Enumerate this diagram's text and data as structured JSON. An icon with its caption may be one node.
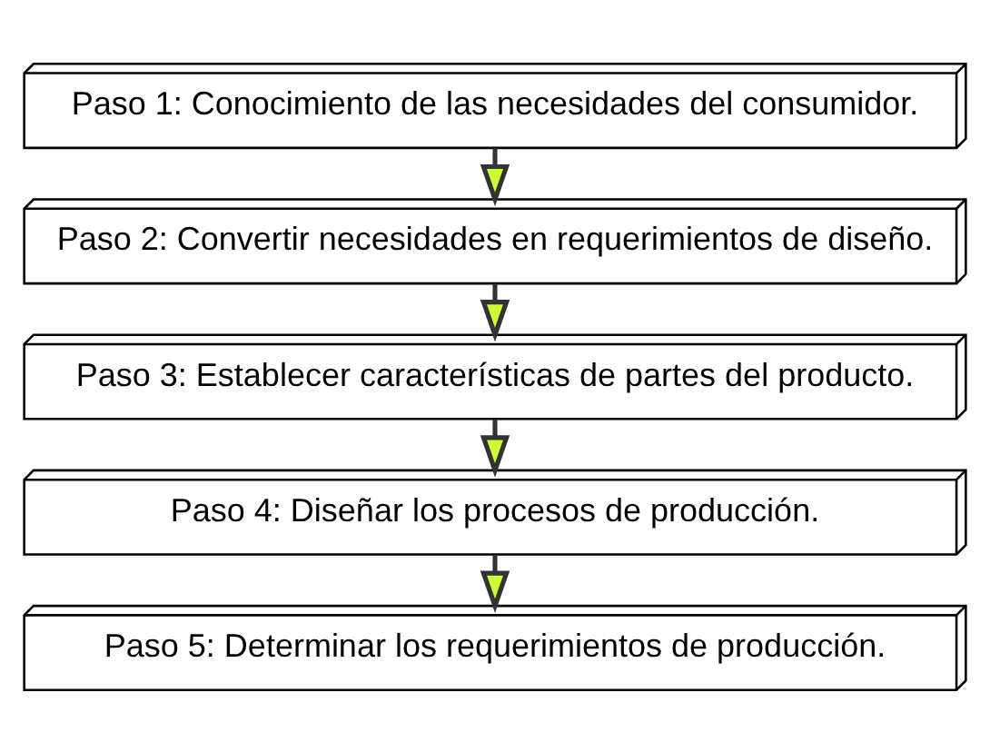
{
  "diagram": {
    "nodes": [
      {
        "text": [
          "Paso 1: Conocimiento de las necesidades del consumidor."
        ]
      },
      {
        "text": [
          "Paso 2: Convertir necesidades en requerimientos de diseño."
        ]
      },
      {
        "text": [
          "Paso 3: Establecer características de partes del producto."
        ]
      },
      {
        "text": [
          "Paso 4: Diseñar los procesos de producción."
        ]
      },
      {
        "text": [
          "Paso 5: Determinar los requerimientos de producción."
        ]
      }
    ],
    "edges": [
      {
        "from": 0,
        "to": 1,
        "arrow": "to"
      },
      {
        "from": 1,
        "to": 2,
        "arrow": "to"
      },
      {
        "from": 2,
        "to": 3,
        "arrow": "to"
      },
      {
        "from": 3,
        "to": 4,
        "arrow": "to"
      }
    ]
  }
}
